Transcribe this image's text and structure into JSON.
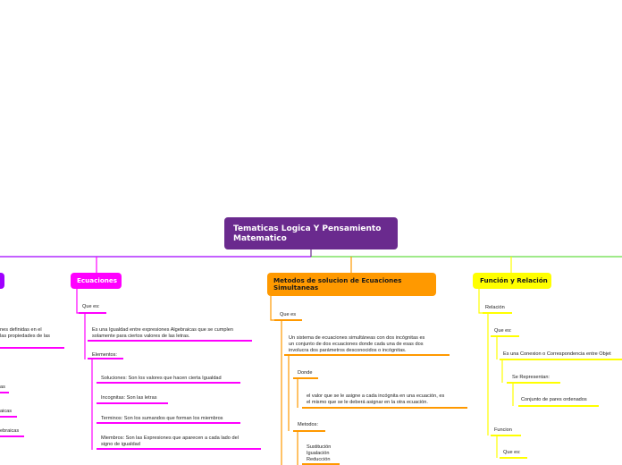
{
  "root": {
    "title_line1": "Tematicas Logica Y Pensamiento",
    "title_line2": "Matematico"
  },
  "branches": {
    "left": {
      "line1": "nes definidas en el",
      "line2": "las propiedades de las",
      "items": [
        "as",
        "aicas",
        "ebraicas"
      ]
    },
    "ecuaciones": {
      "label": "Ecuaciones",
      "que_es": "Que es:",
      "def_line1": "Es una Igualdad entre expresiones Algebraicas que se cumplen",
      "def_line2": "solamente para ciertos valores de las letras.",
      "elementos": "Elementos:",
      "soluciones": "Soluciones: Son los valores que hacen cierta Igualdad",
      "incognitas": "Incognitas: Son las letras",
      "terminos": "Terminos: Son los sumandos que forman los miembros",
      "miembros_line1": "Miembros: Son las Expresiones que aparecen a cada lado del",
      "miembros_line2": "signo de igualdad"
    },
    "metodos": {
      "label_line1": "Metodos de solucion de Ecuaciones",
      "label_line2": "Simultaneas",
      "que_es": "Que es",
      "def_line1": "Un sistema de ecuaciones simultáneas con dos incógnitas es",
      "def_line2": "un conjunto de dos ecuaciones donde cada una de esas dos",
      "def_line3": "involucra dos parámetros desconocidos o incógnitas.",
      "donde": "Donde",
      "donde_line1": "el valor que se le asigne a cada incógnita en una ecuación, es",
      "donde_line2": "el mismo que se le deberá asignar en la otra ecuación.",
      "metodos": "Metodos:",
      "list_line1": "Sustitución",
      "list_line2": "Igualación",
      "list_line3": "Reducción"
    },
    "funcion": {
      "label": "Función y Relación",
      "relacion": "Relación",
      "que_es": "Que es:",
      "def": "Es una Conexion o Correspondencia entre Objet",
      "se_representan": "Se Representan:",
      "conjunto": "Conjunto de pares ordenados",
      "funcion": "Funcion",
      "que_es2": "Que es:"
    }
  },
  "colors": {
    "root": "#6a2a8e",
    "left": "#a000ff",
    "ecuaciones": "#ff00ff",
    "metodos": "#ff9900",
    "funcion": "#ffff00",
    "green_line": "#66dd44"
  }
}
